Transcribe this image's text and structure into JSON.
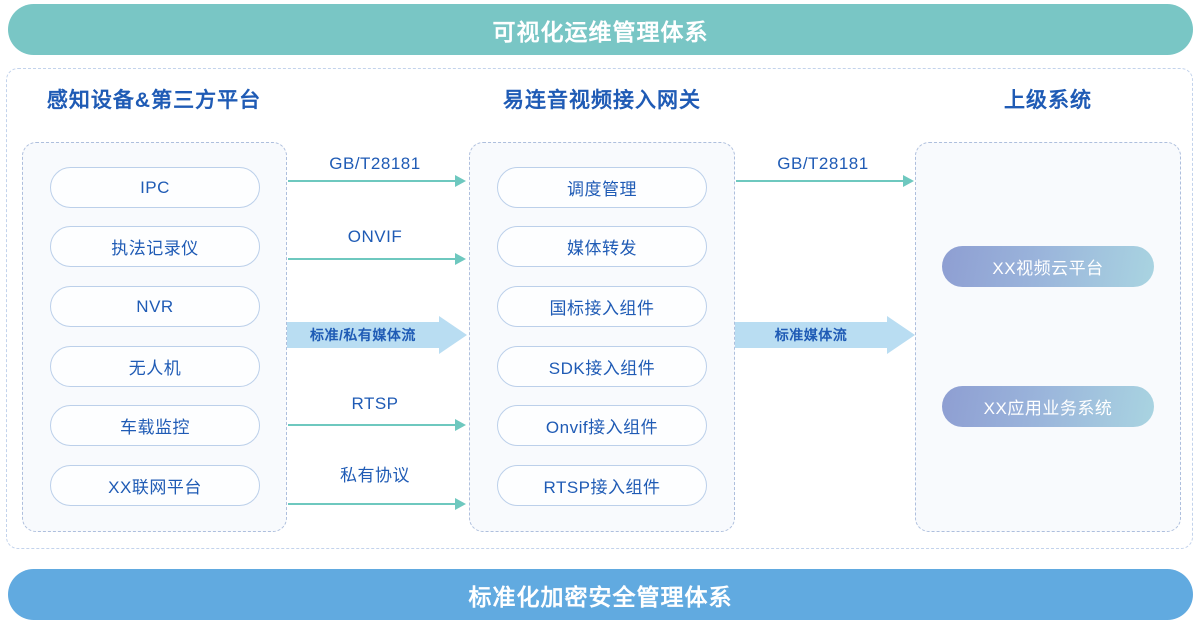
{
  "banners": {
    "top": "可视化运维管理体系",
    "bottom": "标准化加密安全管理体系",
    "top_color": "#79c6c5",
    "bottom_color": "#61aae0"
  },
  "columns": {
    "left": {
      "title": "感知设备&第三方平台",
      "items": [
        {
          "label": "IPC"
        },
        {
          "label": "执法记录仪"
        },
        {
          "label": "NVR"
        },
        {
          "label": "无人机"
        },
        {
          "label": "车载监控"
        },
        {
          "label": "XX联网平台"
        }
      ]
    },
    "middle": {
      "title": "易连音视频接入网关",
      "items": [
        {
          "label": "调度管理"
        },
        {
          "label": "媒体转发"
        },
        {
          "label": "国标接入组件"
        },
        {
          "label": "SDK接入组件"
        },
        {
          "label": "Onvif接入组件"
        },
        {
          "label": "RTSP接入组件"
        }
      ]
    },
    "right": {
      "title": "上级系统",
      "items": [
        {
          "label": "XX视频云平台"
        },
        {
          "label": "XX应用业务系统"
        }
      ]
    }
  },
  "connectors": {
    "left_to_middle": [
      {
        "label": "GB/T28181",
        "style": "thin"
      },
      {
        "label": "ONVIF",
        "style": "thin"
      },
      {
        "label": "标准/私有媒体流",
        "style": "block"
      },
      {
        "label": "RTSP",
        "style": "thin"
      },
      {
        "label": "私有协议",
        "style": "thin"
      }
    ],
    "middle_to_right": [
      {
        "label": "GB/T28181",
        "style": "thin"
      },
      {
        "label": "标准媒体流",
        "style": "block"
      }
    ],
    "thin_arrow_color": "#6ec8bf",
    "block_arrow_color": "#b9ddf2",
    "label_color": "#1f5bb5"
  }
}
